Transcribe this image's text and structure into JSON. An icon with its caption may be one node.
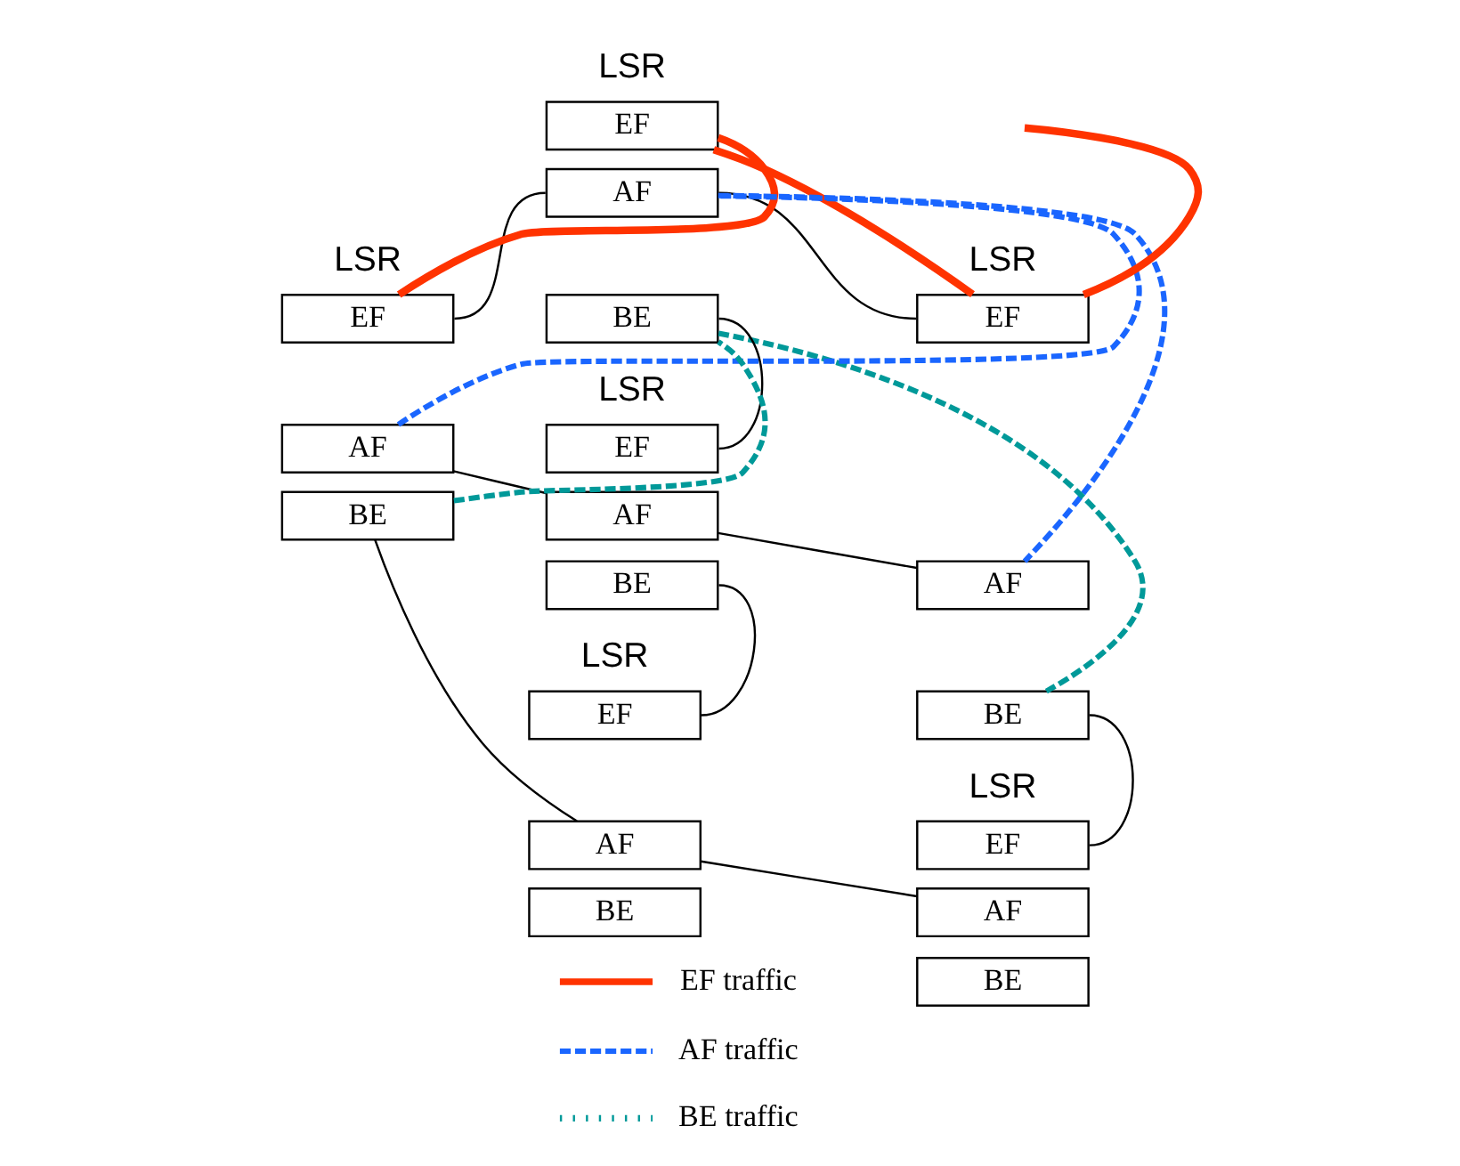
{
  "diagram": {
    "nodes": [
      {
        "text": [
          "EF"
        ],
        "beside": [
          "LSR"
        ]
      },
      {
        "text": [
          "AF"
        ]
      },
      {
        "text": [
          "BE"
        ]
      },
      {
        "text": [
          "EF"
        ],
        "beside": [
          "LSR"
        ]
      },
      {
        "text": [
          "AF"
        ]
      },
      {
        "text": [
          "BE"
        ]
      },
      {
        "text": [
          "EF"
        ],
        "beside": [
          "LSR"
        ]
      },
      {
        "text": [
          "AF"
        ]
      },
      {
        "text": [
          "BE"
        ]
      },
      {
        "text": [
          "EF"
        ],
        "beside": [
          "LSR"
        ]
      },
      {
        "text": [
          "AF"
        ]
      },
      {
        "text": [
          "BE"
        ]
      },
      {
        "text": [
          "EF"
        ],
        "beside": [
          "LSR"
        ]
      },
      {
        "text": [
          "AF"
        ]
      },
      {
        "text": [
          "BE"
        ]
      },
      {
        "text": [
          "EF"
        ],
        "beside": [
          "LSR"
        ]
      },
      {
        "text": [
          "AF"
        ]
      },
      {
        "text": [
          "BE"
        ]
      }
    ],
    "edges": [
      {
        "from": 1,
        "to": 3,
        "arrow": "none"
      },
      {
        "from": 1,
        "to": 6,
        "arrow": "none"
      },
      {
        "from": 2,
        "to": 9,
        "arrow": "none"
      },
      {
        "from": 4,
        "to": 10,
        "arrow": "none"
      },
      {
        "from": 10,
        "to": 7,
        "arrow": "none"
      },
      {
        "from": 5,
        "to": 16,
        "arrow": "none"
      },
      {
        "from": 11,
        "to": 15,
        "arrow": "none"
      },
      {
        "from": 16,
        "to": 13,
        "arrow": "none"
      },
      {
        "from": 8,
        "to": 12,
        "arrow": "none"
      },
      {
        "from": 3,
        "to": 0,
        "arrow": "none",
        "style": "thick",
        "color": "#ff3300"
      },
      {
        "from": 0,
        "to": 6,
        "arrow": "none",
        "style": "thick",
        "color": "#ff3300"
      },
      {
        "from": 6,
        "to": null,
        "arrow": "none",
        "style": "thick",
        "color": "#ff3300"
      },
      {
        "from": 4,
        "to": 1,
        "arrow": "none",
        "style": "dashed",
        "color": "#1a66ff"
      },
      {
        "from": 1,
        "to": 7,
        "arrow": "none",
        "style": "dashed",
        "color": "#1a66ff"
      },
      {
        "from": 5,
        "to": 2,
        "arrow": "none",
        "style": "dashed",
        "color": "#009999"
      },
      {
        "from": 2,
        "to": 8,
        "arrow": "none",
        "style": "dashed",
        "color": "#009999"
      }
    ],
    "legend": [
      {
        "text": "EF traffic"
      },
      {
        "text": "AF traffic"
      },
      {
        "text": "BE traffic"
      }
    ]
  }
}
